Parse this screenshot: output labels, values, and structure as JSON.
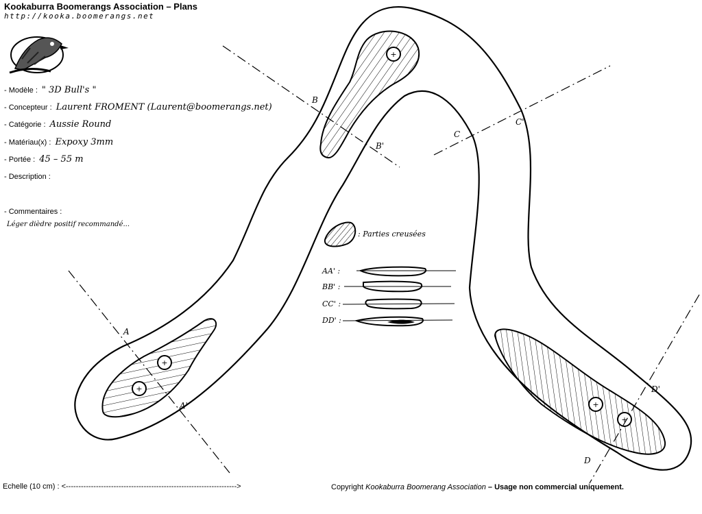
{
  "header": {
    "title": "Kookaburra Boomerangs Association – Plans",
    "url": "http://kooka.boomerangs.net"
  },
  "fields": [
    {
      "label": "- Modèle :",
      "value": "\" 3D Bull's \""
    },
    {
      "label": "- Concepteur :",
      "value": "Laurent FROMENT (Laurent@boomerangs.net)"
    },
    {
      "label": "- Catégorie :",
      "value": "Aussie Round"
    },
    {
      "label": "- Matériau(x) :",
      "value": "Expoxy 3mm"
    },
    {
      "label": "- Portée :",
      "value": "45 – 55 m"
    },
    {
      "label": "- Description :",
      "value": ""
    },
    {
      "label": "- Commentaires :",
      "value": ""
    }
  ],
  "comment_value": "Léger dièdre positif recommandé...",
  "section_labels": {
    "A": "A",
    "A_prime": "A'",
    "B": "B",
    "B_prime": "B'",
    "C": "C",
    "C_prime": "C'",
    "D": "D",
    "D_prime": "D'"
  },
  "legend": {
    "hollowed_label": ": Parties creusées"
  },
  "cross_sections": [
    {
      "label": "AA' :"
    },
    {
      "label": "BB' :"
    },
    {
      "label": "CC' :"
    },
    {
      "label": "DD' :"
    }
  ],
  "footer": {
    "scale_label": "Echelle (10 cm) :",
    "scale_arrow": "<-------------------------------------------------------------------->",
    "copyright_prefix": "Copyright",
    "copyright_org": "Kookaburra Boomerang Association",
    "copyright_usage": "– Usage non commercial uniquement."
  }
}
